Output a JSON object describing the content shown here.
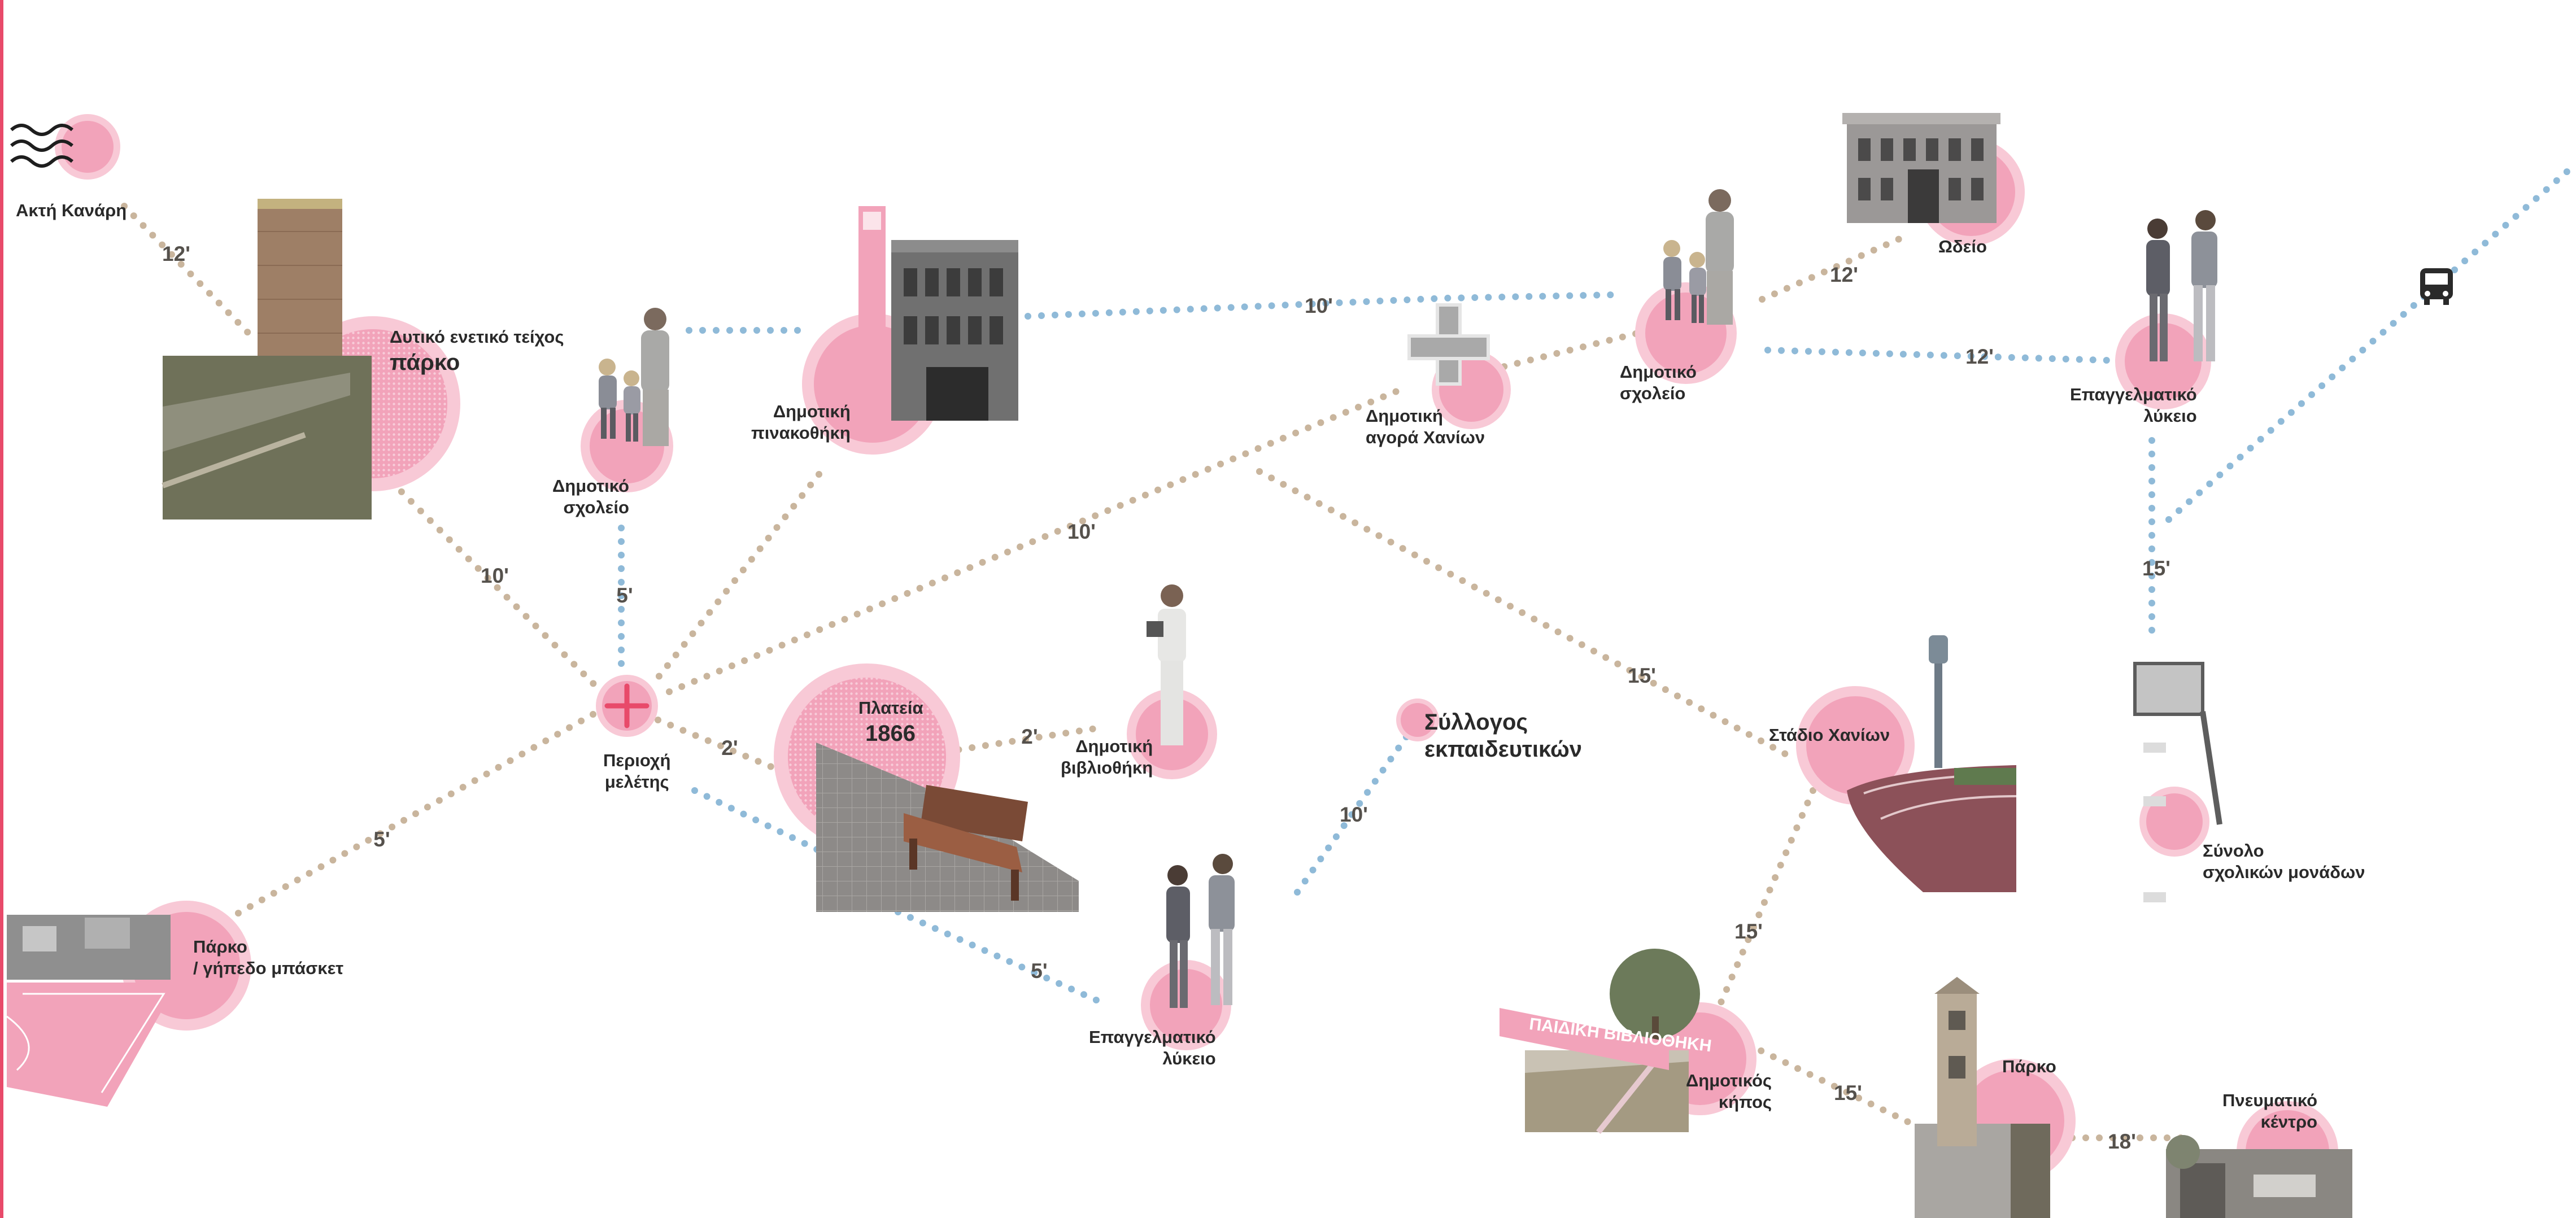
{
  "colors": {
    "accent": "#e84a6a",
    "pink": "#f2a3ba",
    "pink_light": "#f8c9d6",
    "route_beige": "#c9b59d",
    "route_blue": "#8fbad8",
    "text": "#2a2a2a",
    "time_text": "#55514c"
  },
  "places": {
    "akti_kanari": "Ακτή Κανάρη",
    "wall": "Δυτικό ενετικό τείχος",
    "wall_park": "πάρκο",
    "school_1": "Δημοτικό\nσχολείο",
    "gallery": "Δημοτική\nπινακοθήκη",
    "market": "Δημοτική\nαγορά Χανίων",
    "school_2": "Δημοτικό\nσχολείο",
    "conservatory": "Ωδείο",
    "lyceum_1": "Επαγγελματικό\nλύκειο",
    "study_area": "Περιοχή\nμελέτης",
    "square": "Πλατεία",
    "square_year": "1866",
    "library": "Δημοτική\nβιβλιοθήκη",
    "teachers": "Σύλλογος\nεκπαιδευτικών",
    "stadium": "Στάδιο Χανίων",
    "school_complex": "Σύνολο\nσχολικών μονάδων",
    "basket_park": "Πάρκο\n/ γήπεδο μπάσκετ",
    "lyceum_2": "Επαγγελματικό\nλύκειο",
    "garden": "Δημοτικός\nκήπος",
    "park": "Πάρκο",
    "cultural_center": "Πνευματικό\nκέντρο",
    "kids_library_sign": "ΠΑΙΔΙΚΗ ΒΙΒΛΙΟΘΗΚΗ"
  },
  "times": {
    "kanari_wall": "12'",
    "wall_study": "10'",
    "school_study": "5'",
    "market_route": "10'",
    "study_market": "10'",
    "school2_conservatory": "12'",
    "school2_lyceum": "12'",
    "square_library": "2'",
    "study_square": "2'",
    "study_basket": "5'",
    "teachers_route": "10'",
    "square_lyceum2": "5'",
    "market_stadium": "15'",
    "stadium_garden": "15'",
    "lyceum_complex": "15'",
    "garden_park": "15'",
    "park_center": "18'"
  },
  "icons": {
    "sea": "waves-icon",
    "study_area": "plus-icon",
    "market": "cross-icon",
    "bus": "bus-icon"
  }
}
